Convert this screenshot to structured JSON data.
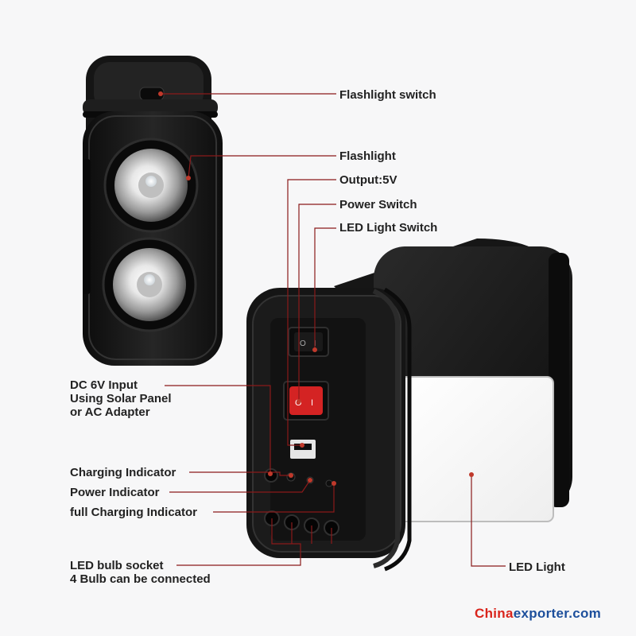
{
  "labels": {
    "flashlight_switch": "Flashlight switch",
    "flashlight": "Flashlight",
    "output": "Output:5V",
    "power_switch": "Power Switch",
    "led_light_switch": "LED Light Switch",
    "dc_input_line1": "DC 6V Input",
    "dc_input_line2": "Using Solar Panel",
    "dc_input_line3": "or AC Adapter",
    "charging_indicator": "Charging Indicator",
    "power_indicator": "Power Indicator",
    "full_charging_indicator": "full Charging Indicator",
    "bulb_socket_line1": "LED bulb socket",
    "bulb_socket_line2": "4 Bulb can be connected",
    "led_light": "LED Light"
  },
  "watermark": {
    "part1": "China",
    "part2": "exporter.com"
  },
  "colors": {
    "background": "#f7f7f8",
    "leader_line": "#8a1a1a",
    "marker_dot": "#c0392b",
    "watermark_red": "#d9251c",
    "watermark_blue": "#1d4f9c",
    "device_body": "#1b1b1b",
    "switch_red": "#d42323"
  }
}
